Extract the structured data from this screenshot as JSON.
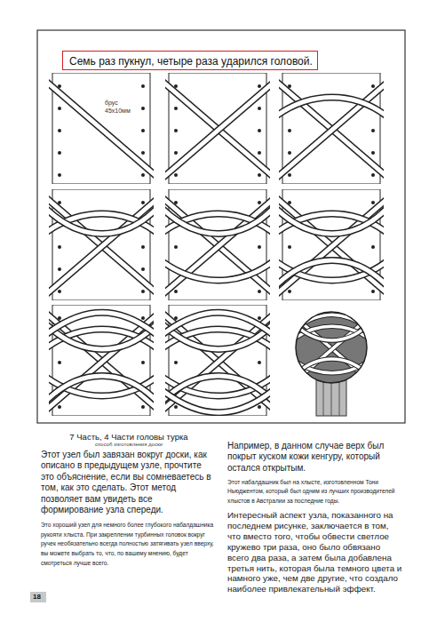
{
  "diagram": {
    "title": "7 Часть, 4 Части головы турка",
    "nodes": [
      {
        "text": [
          "Семь раз пукнул, четыре раза ударился головой."
        ]
      }
    ],
    "labels": [
      "способ изготовления доски",
      "Этот узел был завязан вокруг доски, как описано в предыдущем узле, прочтите это объяснение, если вы сомневаетесь в том, как это сделать. Этот метод позволяет вам увидеть все формирование узла спереди.",
      "Это хороший узел для немного более глубокого набалдашника рукояти хлыста. При закреплении турбинных головок вокруг ручек необязательно всегда полностью затягивать узел вверху, вы можете выбрать то, что, по вашему мнению, будет смотреться лучше всего.",
      "Например, в данном случае верх был покрыт куском кожи кенгуру, который остался открытым.",
      "Этот набалдашник был на хлысте, изготовленном Тони Ньюджентом, который был одним из лучших производителей хлыстов в Австралии за последние годы.",
      "Интересный аспект узла, показанного на последнем рисунке, заключается в том, что вместо того, чтобы обвести светлое кружево три раза, оно было обвязано всего два раза, а затем была добавлена третья нить, которая была темного цвета и намного уже, чем две другие, что создало наиболее привлекательный эффект.",
      "18",
      "брус",
      "45x10мм"
    ]
  }
}
